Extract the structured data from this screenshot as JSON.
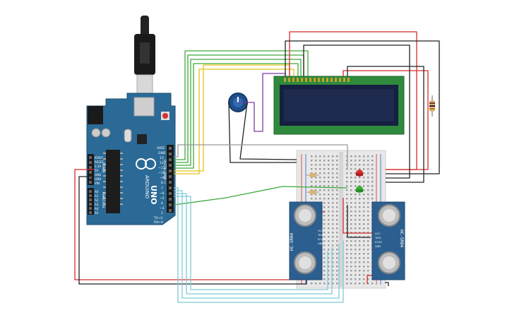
{
  "components": {
    "arduino": {
      "brand": "ARDUINO",
      "model": "UNO",
      "digital_header_title": "DIGITAL (PWM ~)",
      "analog_header_title": "ANALOG IN",
      "power_header_title": "POWER",
      "top_pins": [
        "AREF",
        "GND",
        "13",
        "12",
        "~11",
        "~10",
        "~9",
        "8"
      ],
      "bottom_pins": [
        "7",
        "~6",
        "~5",
        "4",
        "~3",
        "2",
        "TX→1",
        "RX←0"
      ],
      "power_pins": [
        "IOREF",
        "RESET",
        "3.3V",
        "5V",
        "GND",
        "GND",
        "VIN"
      ],
      "analog_pins": [
        "A0",
        "A1",
        "A2",
        "A3",
        "A4",
        "A5"
      ]
    },
    "sensor_left": {
      "label": "HC-SR04",
      "pins": [
        "VCC",
        "TRIG",
        "ECHO",
        "GND"
      ]
    },
    "sensor_right": {
      "label": "HC-SR04",
      "pins": [
        "VCC",
        "TRIG",
        "ECHO",
        "GND"
      ]
    }
  },
  "colors": {
    "arduino_board": "#2b6a96",
    "lcd_board": "#2f8a3e",
    "lcd_screen": "#1e2a4e",
    "breadboard": "#e8e8e8",
    "sensor_board": "#2c5f8f",
    "wire_red": "#d62828",
    "wire_black": "#222222",
    "wire_green": "#3caa3c",
    "wire_yellow": "#e8c21c",
    "wire_purple": "#7a3aa8",
    "wire_cyan": "#7fc9d6",
    "wire_gray": "#9a9a9a",
    "led_red": "#d43030",
    "led_green": "#35b035"
  }
}
